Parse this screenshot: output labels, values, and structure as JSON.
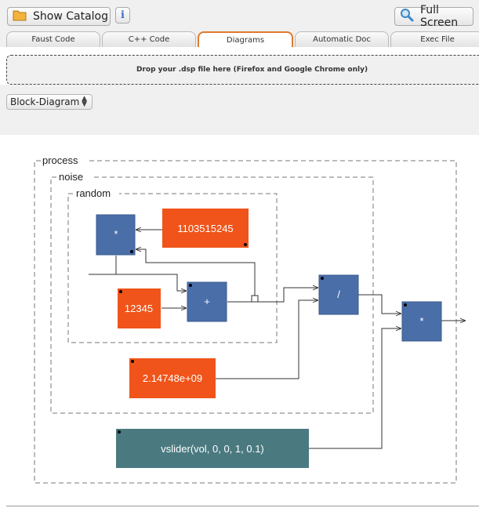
{
  "toolbar": {
    "show_catalog_label": "Show Catalog",
    "info_label": "i",
    "full_screen_label": "Full Screen"
  },
  "tabs": [
    {
      "label": "Faust Code",
      "active": false
    },
    {
      "label": "C++ Code",
      "active": false
    },
    {
      "label": "Diagrams",
      "active": true
    },
    {
      "label": "Automatic Doc",
      "active": false
    },
    {
      "label": "Exec File",
      "active": false
    }
  ],
  "dropzone": {
    "text": "Drop your .dsp file here (Firefox and Google Chrome only)"
  },
  "view_select": {
    "selected": "Block-Diagram"
  },
  "diagram": {
    "groups": {
      "process": "process",
      "noise": "noise",
      "random": "random"
    },
    "blocks": {
      "mult1": "*",
      "const_mult": "1103515245",
      "const_add": "12345",
      "add": "+",
      "const_div": "2.14748e+09",
      "div": "/",
      "mult2": "*",
      "slider": "vslider(vol, 0, 0, 1, 0.1)"
    },
    "colors": {
      "operator": "#4a6ea8",
      "constant": "#f0541a",
      "ui_element": "#4a7a80",
      "frame": "#777777",
      "wire": "#333333",
      "accent_tab": "#e07a2c"
    }
  }
}
